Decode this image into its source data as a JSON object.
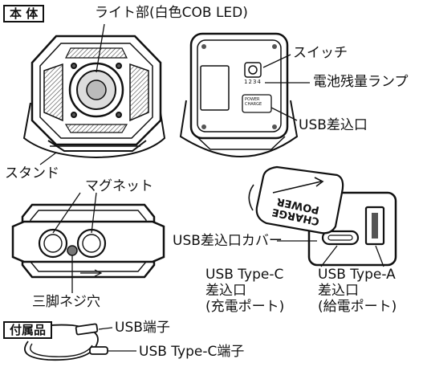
{
  "section_labels": {
    "main_body": "本 体",
    "accessories": "付属品"
  },
  "callouts": {
    "light_part": "ライト部(白色COB LED)",
    "switch": "スイッチ",
    "battery_lamp": "電池残量ランプ",
    "usb_port": "USB差込口",
    "stand": "スタンド",
    "magnet": "マグネット",
    "usb_cover": "USB差込口カバー",
    "usb_type_c": [
      "USB Type-C",
      "差込口",
      "(充電ポート)"
    ],
    "usb_type_a": [
      "USB Type-A",
      "差込口",
      "(給電ポート)"
    ],
    "tripod_screw": "三脚ネジ穴",
    "usb_terminal": "USB端子",
    "usb_type_c_terminal": "USB Type-C端子"
  },
  "device_print": {
    "battery_digits": [
      "1",
      "2",
      "3",
      "4"
    ],
    "charge_label": [
      "POWER",
      "CHARGE"
    ],
    "cover_label": [
      "POWER",
      "CHARGE"
    ]
  }
}
